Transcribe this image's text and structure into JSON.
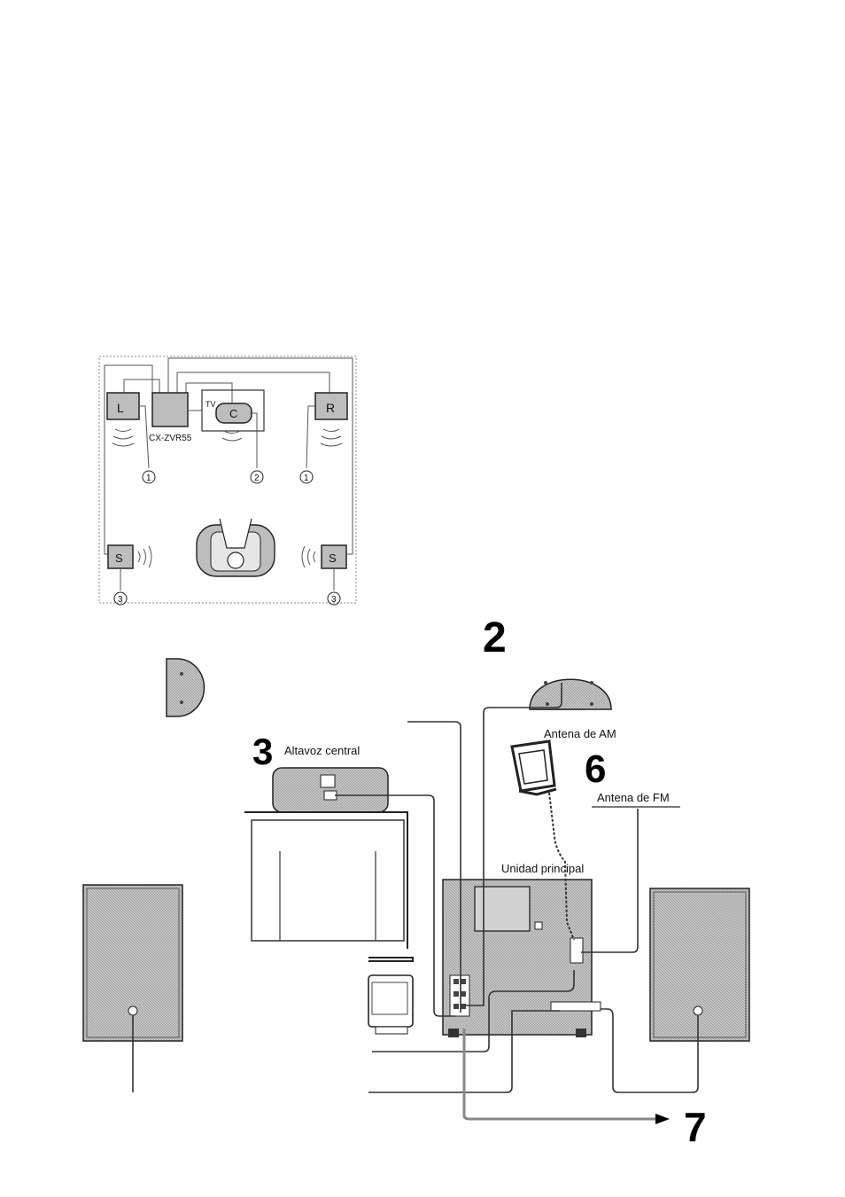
{
  "layout_diagram": {
    "speakers": {
      "left": "L",
      "right": "R",
      "center": "C",
      "surround_left": "S",
      "surround_right": "S"
    },
    "tv_label": "TV",
    "model": "CX-ZVR55",
    "markers": {
      "front_left": "1",
      "center": "2",
      "front_right": "1",
      "surround_left": "3",
      "surround_right": "3"
    }
  },
  "connection_diagram": {
    "step_2": "2",
    "step_3": "3",
    "step_6": "6",
    "step_7": "7",
    "center_speaker_label": "Altavoz central",
    "am_antenna_label": "Antena de AM",
    "fm_antenna_label": "Antena de FM",
    "main_unit_label": "Unidad principal"
  }
}
